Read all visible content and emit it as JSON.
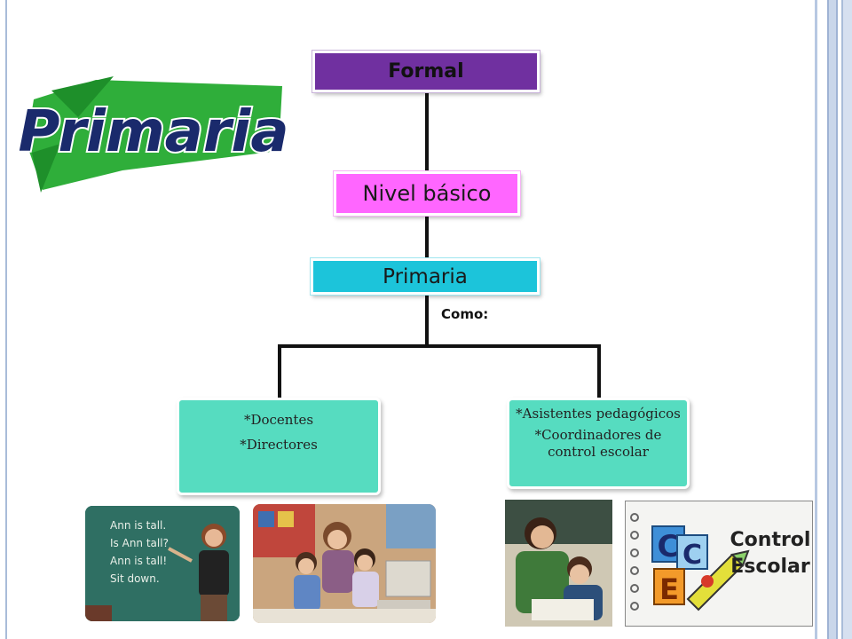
{
  "logo": {
    "text": "Primaria"
  },
  "diagram": {
    "root": "Formal",
    "level2": "Nivel básico",
    "level3": "Primaria",
    "connector_label": "Como:",
    "left_box": {
      "line1": "*Docentes",
      "line2": "*Directores"
    },
    "right_box": {
      "line1": "*Asistentes pedagógicos",
      "line2": "*Coordinadores de control escolar"
    }
  },
  "photos": {
    "chalkboard": [
      "Ann is tall.",
      "Is Ann tall?",
      "Ann is tall!",
      "Sit down."
    ],
    "control_escolar": {
      "letters": [
        "C",
        "C",
        "E"
      ],
      "title_line1": "Control",
      "title_line2": "Escolar"
    }
  },
  "colors": {
    "formal": "#7030a0",
    "nivel_basico": "#ff66ff",
    "primaria": "#1cc4da",
    "leaf": "#56dcc0",
    "logo_green": "#2fae3a",
    "logo_navy": "#1a2a6c"
  }
}
